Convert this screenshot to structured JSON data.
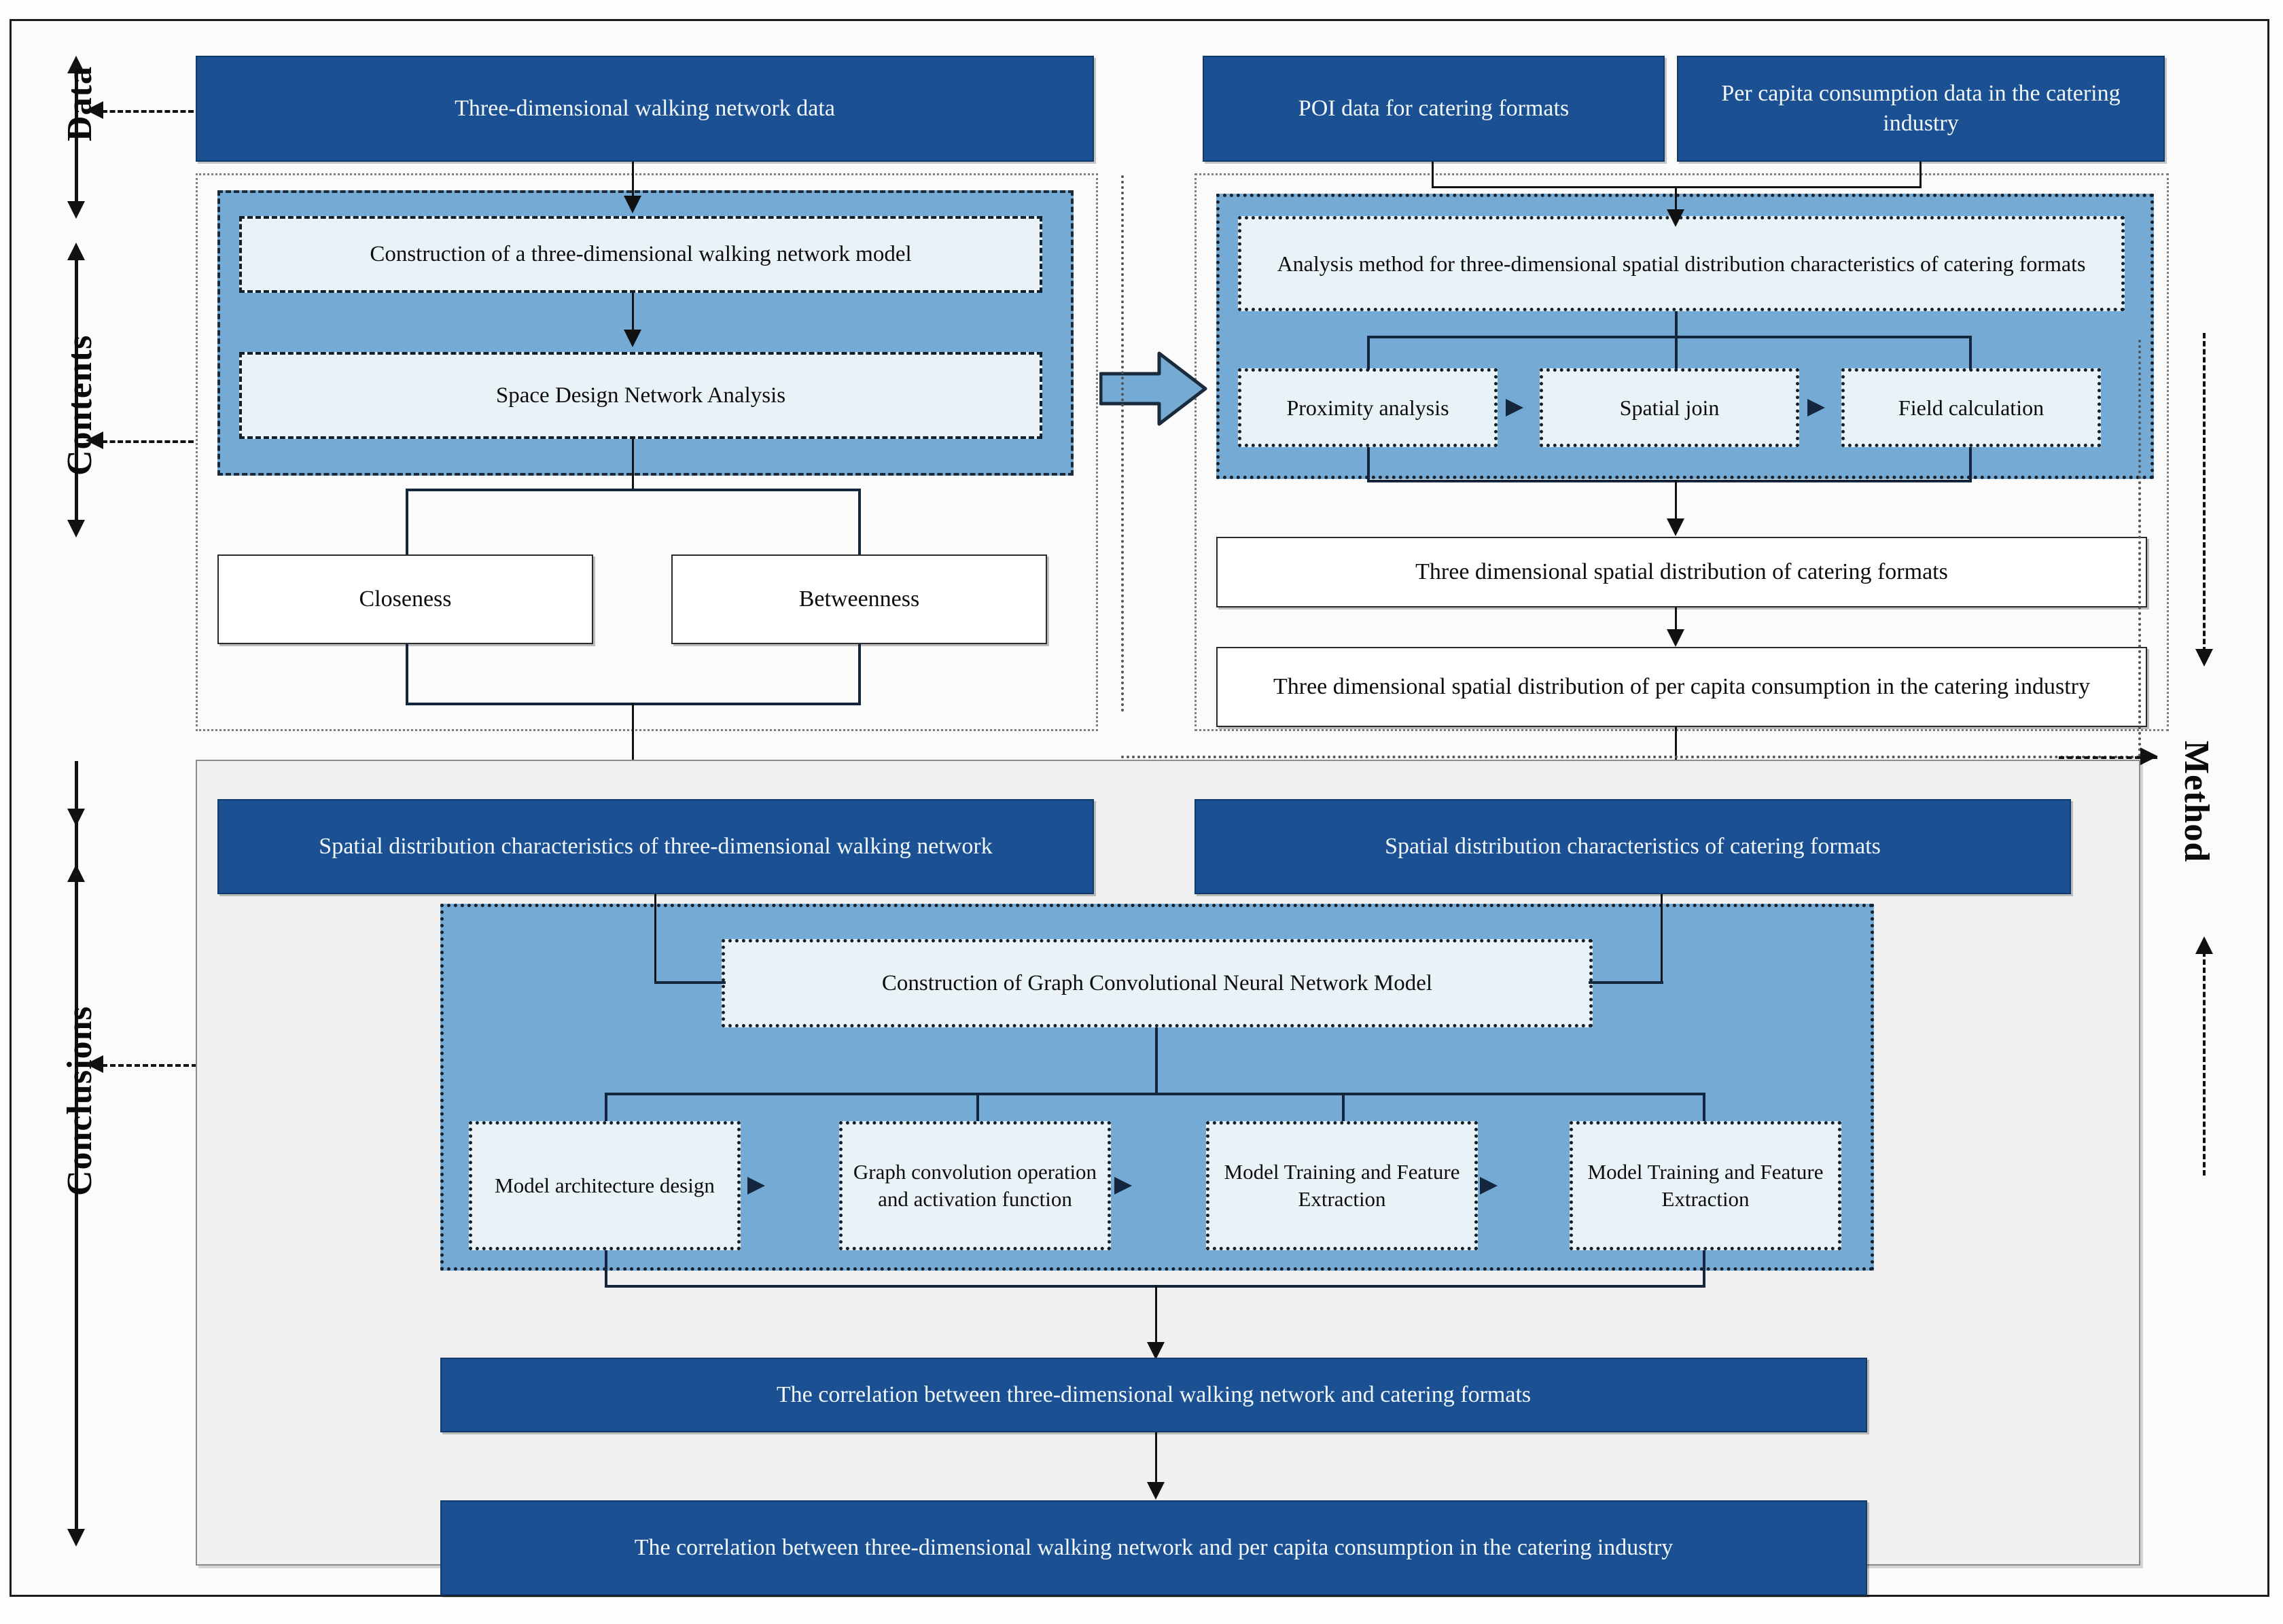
{
  "side_labels": {
    "data": "Data",
    "contents": "Contents",
    "conclusions": "Conclusions",
    "method": "Method"
  },
  "data_layer": {
    "walking_network_data": "Three-dimensional walking network data",
    "poi_data": "POI data for catering formats",
    "per_capita_data": "Per capita consumption data in the catering industry"
  },
  "left_method_group": {
    "construction_model": "Construction of a three-dimensional walking network model",
    "space_syntax": "Space Design Network Analysis",
    "closeness": "Closeness",
    "betweenness": "Betweenness"
  },
  "right_method_group": {
    "analysis_method": "Analysis method for three-dimensional spatial distribution characteristics of catering formats",
    "proximity_analysis": "Proximity analysis",
    "spatial_join": "Spatial join",
    "field_calculation": "Field calculation",
    "result_formats": "Three dimensional spatial distribution of catering formats",
    "result_consumption": "Three dimensional spatial distribution of per capita consumption in the catering industry"
  },
  "conclusions_layer": {
    "spatial_walking": "Spatial distribution characteristics of three-dimensional walking network",
    "spatial_catering": "Spatial distribution characteristics of catering formats",
    "gcn_construction": "Construction of Graph Convolutional Neural Network Model",
    "gcn_steps": [
      "Model architecture design",
      "Graph convolution operation and activation function",
      "Model Training and Feature Extraction",
      "Model Training and Feature Extraction"
    ],
    "correlation_formats": "The correlation between three-dimensional walking network and catering formats",
    "correlation_consumption": "The correlation between three-dimensional walking network and per capita consumption in the catering industry"
  },
  "colors": {
    "dark_blue": "#1b5192",
    "medium_blue": "#74aad4",
    "light_blue": "#e9f2f7",
    "panel_grey": "#f0f0f0",
    "text_dark": "#0d0d0d"
  }
}
